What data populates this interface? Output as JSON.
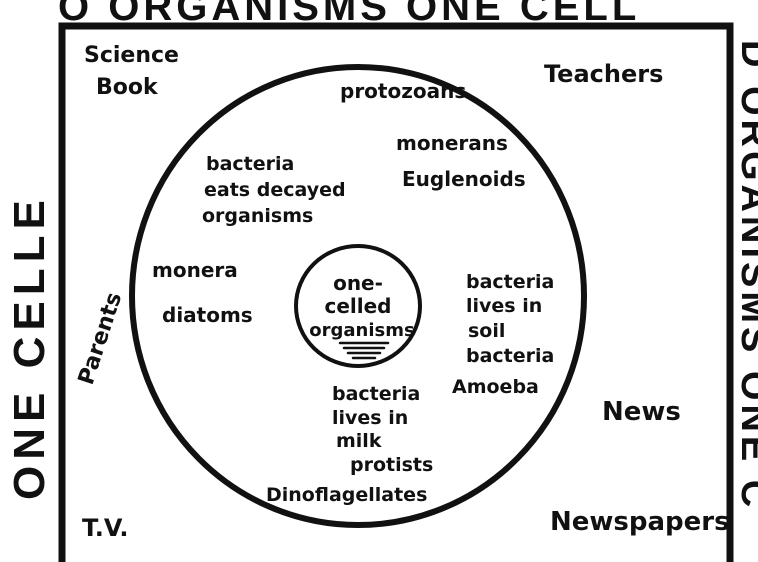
{
  "border_text": {
    "top": "O ORGANISMS ONE CELL",
    "left": "ONE CELLE",
    "right": "D ORGANISMS ONE C"
  },
  "center": {
    "line1": "one-",
    "line2": "celled",
    "line3": "organisms"
  },
  "inner_circle": [
    {
      "id": "protozoans",
      "lines": [
        "protozoans"
      ]
    },
    {
      "id": "monerans",
      "lines": [
        "monerans"
      ]
    },
    {
      "id": "euglenoids",
      "lines": [
        "Euglenoids"
      ]
    },
    {
      "id": "bacteria-decayed",
      "lines": [
        "bacteria",
        "eats decayed",
        "organisms"
      ]
    },
    {
      "id": "monera",
      "lines": [
        "monera"
      ]
    },
    {
      "id": "diatoms",
      "lines": [
        "diatoms"
      ]
    },
    {
      "id": "bacteria-soil",
      "lines": [
        "bacteria",
        "lives in",
        "soil"
      ]
    },
    {
      "id": "bacteria",
      "lines": [
        "bacteria"
      ]
    },
    {
      "id": "amoeba",
      "lines": [
        "Amoeba"
      ]
    },
    {
      "id": "bacteria-milk",
      "lines": [
        "bacteria",
        "lives in",
        "milk"
      ]
    },
    {
      "id": "protists",
      "lines": [
        "protists"
      ]
    },
    {
      "id": "dinoflagellates",
      "lines": [
        "Dinoflagellates"
      ]
    }
  ],
  "frame_sources": [
    {
      "id": "science-book",
      "lines": [
        "Science",
        "Book"
      ]
    },
    {
      "id": "teachers",
      "lines": [
        "Teachers"
      ]
    },
    {
      "id": "parents",
      "lines": [
        "Parents"
      ]
    },
    {
      "id": "news",
      "lines": [
        "News"
      ]
    },
    {
      "id": "tv",
      "lines": [
        "T.V."
      ]
    },
    {
      "id": "newspapers",
      "lines": [
        "Newspapers"
      ]
    }
  ]
}
